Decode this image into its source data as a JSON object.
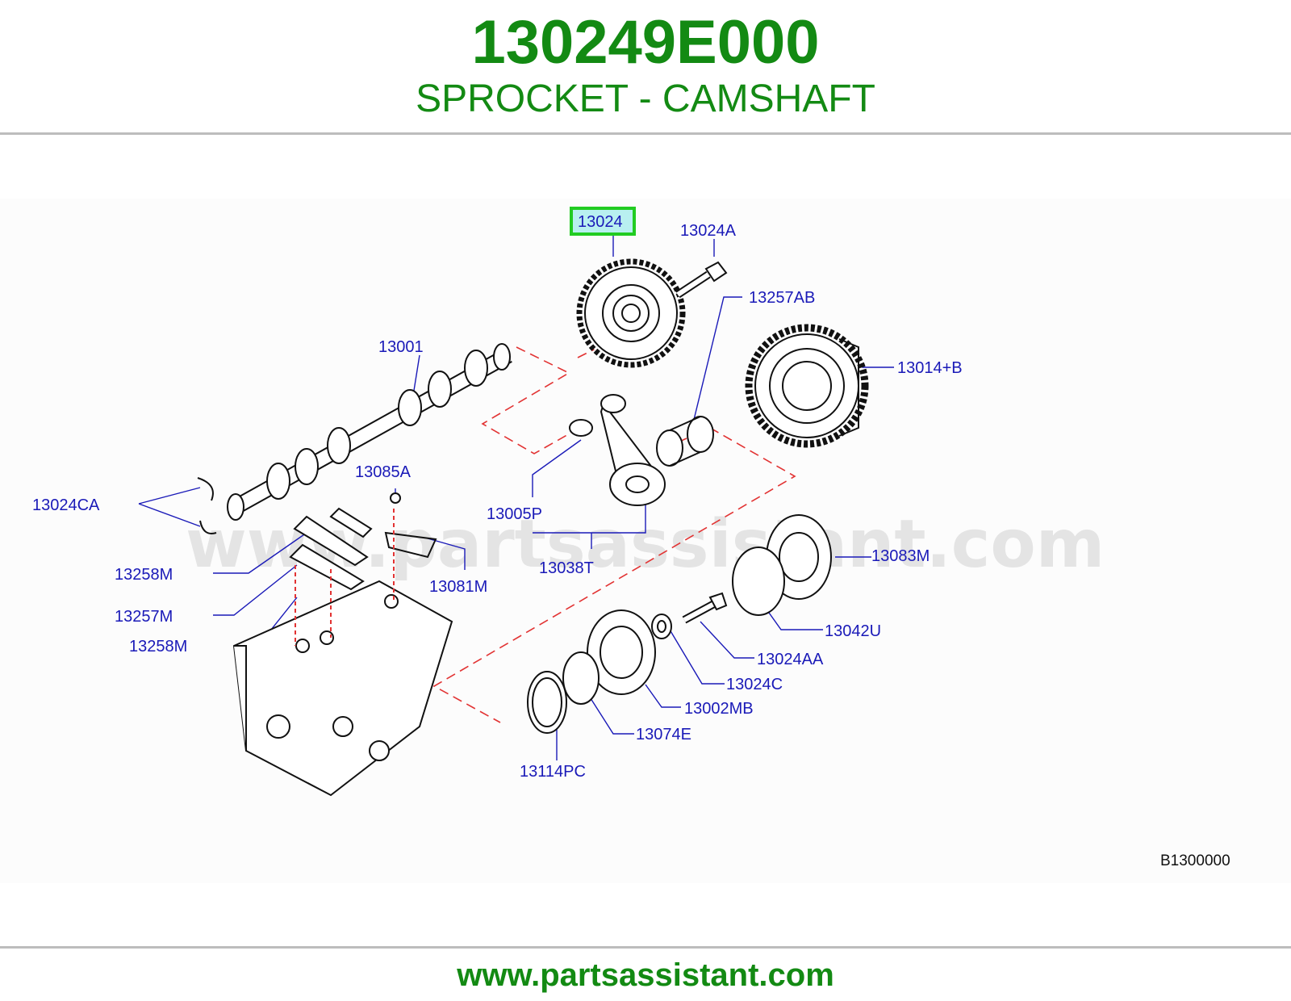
{
  "header": {
    "part_number": "130249E000",
    "part_name": "SPROCKET - CAMSHAFT"
  },
  "diagram": {
    "watermark": "www.partsassistant.com",
    "reference_code": "B1300000",
    "highlighted_callout": "13024",
    "callouts": {
      "c13024": "13024",
      "c13024A": "13024A",
      "c13257AB": "13257AB",
      "c13001": "13001",
      "c13014B": "13014+B",
      "c13085A": "13085A",
      "c13024CA": "13024CA",
      "c13005P": "13005P",
      "c13258M_top": "13258M",
      "c13038T": "13038T",
      "c13083M": "13083M",
      "c13081M": "13081M",
      "c13257M": "13257M",
      "c13258M_bottom": "13258M",
      "c13042U": "13042U",
      "c13024AA": "13024AA",
      "c13024C": "13024C",
      "c13002MB": "13002MB",
      "c13074E": "13074E",
      "c13114PC": "13114PC"
    }
  },
  "footer": {
    "url": "www.partsassistant.com"
  },
  "colors": {
    "title_green": "#138a13",
    "highlight_box": "#22cc22",
    "highlight_fill": "#b8f0f0",
    "callout_blue": "#1a1ab8",
    "dashed_red": "#e23333"
  }
}
